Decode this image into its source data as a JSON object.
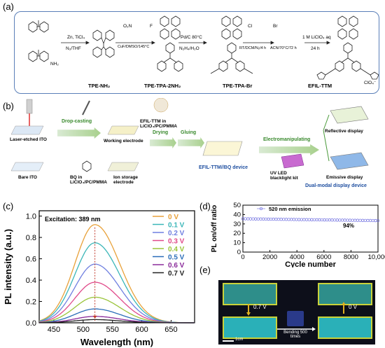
{
  "panels": {
    "a": "(a)",
    "b": "(b)",
    "c": "(c)",
    "d": "(d)",
    "e": "(e)"
  },
  "panel_a": {
    "reagents": [
      "Zn, TiCl₄",
      "N₂/THF",
      "CuF/DMSO/145°C",
      "Pd/C 80°C",
      "N₂H₄/H₂O",
      "RT/DCM/N₂/4 h",
      "ACN/70°C/72 h",
      "1 M LiClO₄ aq",
      "24 h"
    ],
    "compounds": [
      "TPE-NH₂",
      "TPE-TPA-2NH₂",
      "TPE-TPA-Br",
      "EFIL-TTM"
    ],
    "groups": [
      "NH₂",
      "O₂N",
      "F",
      "Cl",
      "Br",
      "ClO₄⁻"
    ]
  },
  "panel_b": {
    "labels": {
      "laser_ito": "Laser-etched ITO",
      "bare_ito": "Bare ITO",
      "drop_casting": "Drop-casting",
      "working_electrode": "Working electrode",
      "bq": "BQ in LiClO₄/PC/PMMA",
      "ion_storage": "Ion storage electrode",
      "efil_ttm_in": "EFIL-TTM in LiClO₄/PC/PMMA",
      "drying": "Drying",
      "gluing": "Gluing",
      "device": "EFIL-TTM//BQ device",
      "electromanipulating": "Electromanipulating",
      "uv_led": "UV LED blacklight kit",
      "reflective": "Reflective display",
      "emissive": "Emissive display",
      "dual_modal": "Dual-modal display device"
    }
  },
  "panel_c": {
    "annotation": "Excitation: 389 nm"
  },
  "panel_d": {
    "legend": "520 nm emission",
    "percent": "94%"
  },
  "panel_e": {
    "voltage_on": "0.7 V",
    "voltage_off": "0 V",
    "bending": "Bending 500 times",
    "scale": "1cm"
  },
  "chart_data": [
    {
      "type": "line",
      "xlabel": "Wavelength (nm)",
      "ylabel": "PL intensity (a.u.)",
      "xlim": [
        425,
        690
      ],
      "ylim": [
        0.0,
        1.05
      ],
      "xticks": [
        450,
        500,
        550,
        600,
        650
      ],
      "yticks": [
        0.0,
        0.2,
        0.4,
        0.6,
        0.8,
        1.0
      ],
      "peak_x": 520,
      "legend_placement": "top-right",
      "series": [
        {
          "name": "0 V",
          "color": "#e8a13a",
          "peak": 0.92
        },
        {
          "name": "0.1 V",
          "color": "#3bb6b8",
          "peak": 0.75
        },
        {
          "name": "0.2 V",
          "color": "#6f7fe0",
          "peak": 0.55
        },
        {
          "name": "0.3 V",
          "color": "#e04a8a",
          "peak": 0.38
        },
        {
          "name": "0.4 V",
          "color": "#9ac43a",
          "peak": 0.24
        },
        {
          "name": "0.5 V",
          "color": "#2a6db8",
          "peak": 0.13
        },
        {
          "name": "0.6 V",
          "color": "#8a2a9a",
          "peak": 0.06
        },
        {
          "name": "0.7 V",
          "color": "#222222",
          "peak": 0.03
        }
      ]
    },
    {
      "type": "scatter",
      "xlabel": "Cycle number",
      "ylabel": "PL on/off ratio",
      "xlim": [
        0,
        10000
      ],
      "ylim": [
        0,
        50
      ],
      "xticks": [
        0,
        2000,
        4000,
        6000,
        8000,
        10000
      ],
      "xticklabels": [
        "0",
        "2000",
        "4000",
        "6000",
        "8000",
        "10,000"
      ],
      "yticks": [
        0,
        10,
        20,
        30,
        40,
        50
      ],
      "series": [
        {
          "name": "520 nm emission",
          "color": "#6a6adf",
          "start": 35.5,
          "end": 33.5,
          "n": 54
        }
      ]
    }
  ]
}
